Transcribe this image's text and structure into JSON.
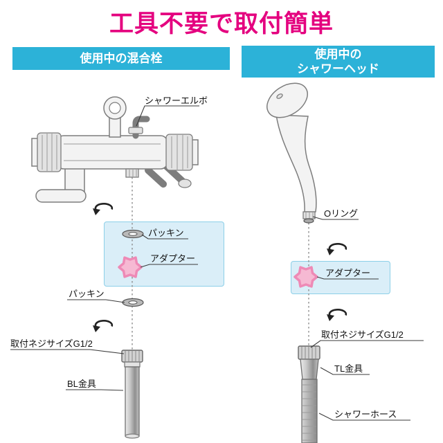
{
  "title": "工具不要で取付簡単",
  "left_panel": {
    "header": "使用中の混合栓",
    "labels": {
      "shower_elbow": "シャワーエルボ",
      "packing_top": "パッキン",
      "adapter": "アダプター",
      "packing_bottom": "パッキン",
      "screw_size": "取付ネジサイズG1/2",
      "fitting": "BL金具"
    }
  },
  "right_panel": {
    "header_line1": "使用中の",
    "header_line2": "シャワーヘッド",
    "labels": {
      "o_ring": "Oリング",
      "adapter": "アダプター",
      "screw_size": "取付ネジサイズG1/2",
      "fitting": "TL金具",
      "hose": "シャワーホース"
    }
  },
  "icons": {
    "rotate_arrow": "rotate-arrow-icon",
    "dotted_connector": "dotted-connector-line"
  },
  "colors": {
    "title-pink": "#e4007f",
    "header-cyan": "#2cb2d8",
    "box-bg": "#daeef8",
    "box-border": "#8ccfe8",
    "adapter-pink": "#f6b9d3",
    "adapter-pink-stroke": "#ee8ab6"
  }
}
